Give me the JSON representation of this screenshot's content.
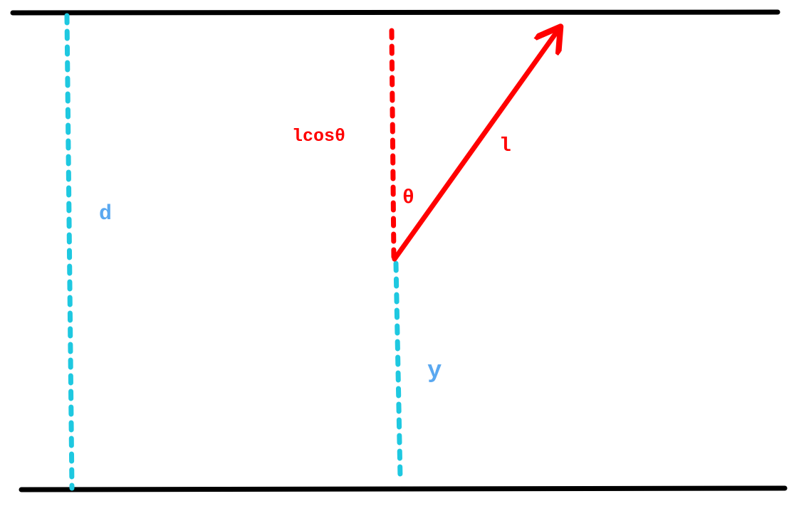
{
  "labels": {
    "d": "d",
    "y": "y",
    "l": "l",
    "lcos": "lcosθ",
    "theta": "θ"
  },
  "colors": {
    "boundary": "#000000",
    "distance": "#1ec8e0",
    "distance_text": "#5aa8f0",
    "needle": "#ff0000"
  }
}
